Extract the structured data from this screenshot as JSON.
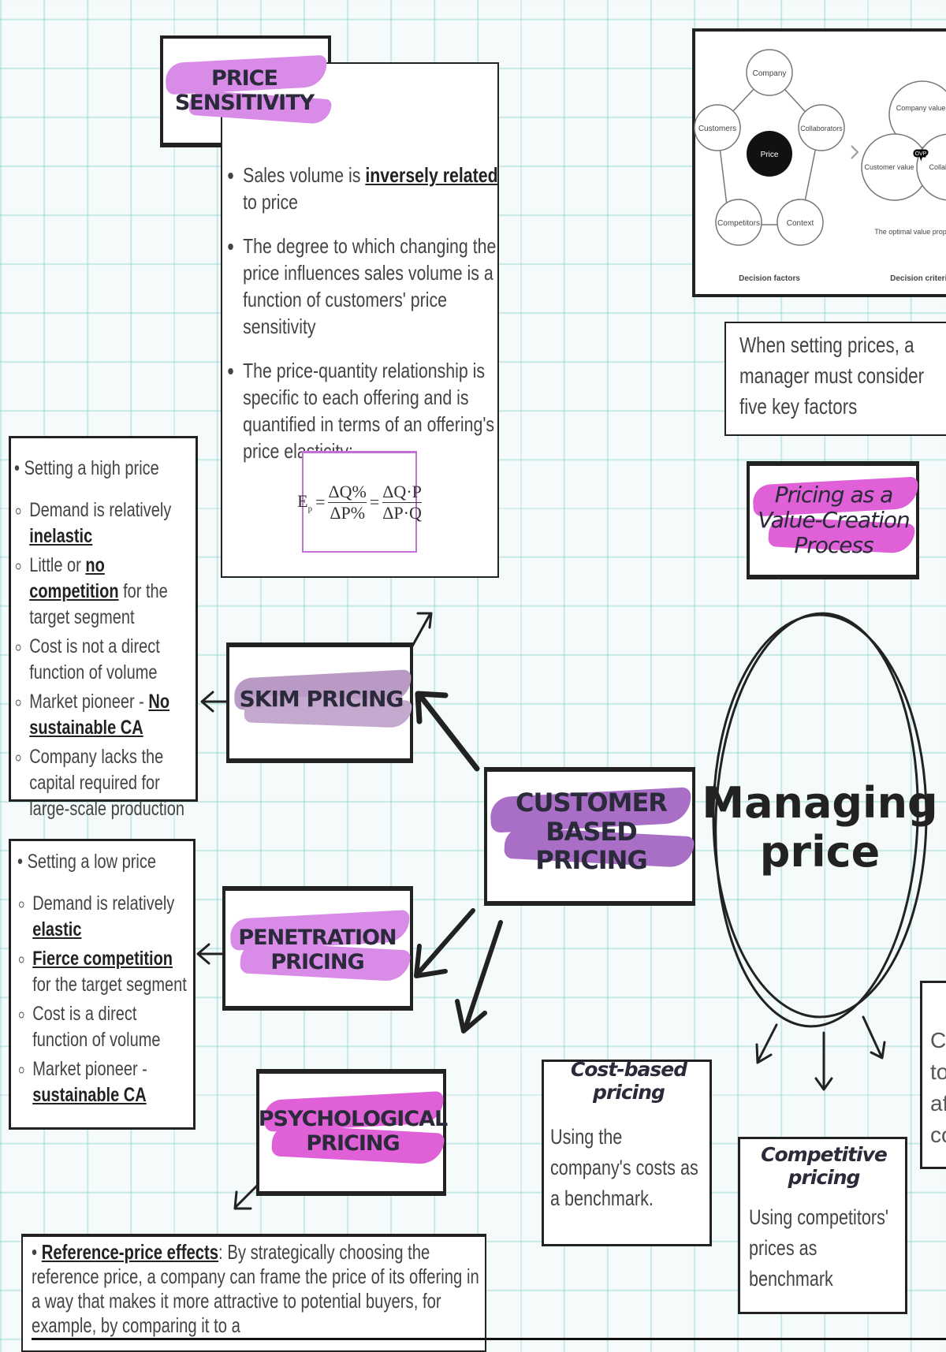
{
  "price_sensitivity": {
    "title": "PRICE SENSITIVITY",
    "bullets": [
      {
        "pre": "Sales volume is ",
        "bold": "inversely related",
        "post": " to price"
      },
      {
        "pre": "The degree to which changing the price influences sales volume is a function of customers' price sensitivity",
        "bold": "",
        "post": ""
      },
      {
        "pre": "The price-quantity relationship is specific to each offering and is quantified in terms of an offering's price elasticity:",
        "bold": "",
        "post": ""
      }
    ],
    "formula": {
      "lhs": "E",
      "sub": "p",
      "eq": "=",
      "n1": "ΔQ%",
      "d1": "ΔP%",
      "n2": "ΔQ·P",
      "d2": "ΔP·Q"
    }
  },
  "decision_diagram": {
    "factors": [
      "Company",
      "Customers",
      "Collaborators",
      "Competitors",
      "Context"
    ],
    "center": "Price",
    "factors_label": "Decision factors",
    "criteria": [
      "Company value",
      "Customer value",
      "Collaborator value"
    ],
    "ovp": "OVP",
    "optimal": "The optimal value proposition",
    "criteria_label": "Decision criteria"
  },
  "five_factors_note": "When setting prices, a manager must consider five key factors",
  "value_creation_title": "Pricing as a Value-Creation Process",
  "center_title": "Managing price",
  "high_price": {
    "heading": "Setting a high price",
    "items": [
      {
        "pre": "Demand is relatively ",
        "bold": "inelastic",
        "post": ""
      },
      {
        "pre": "Little or ",
        "bold": "no competition",
        "post": " for the target segment"
      },
      {
        "pre": "Cost is not a direct function of volume",
        "bold": "",
        "post": ""
      },
      {
        "pre": "Market pioneer - ",
        "bold": "No sustainable CA",
        "post": ""
      },
      {
        "pre": "Company lacks the capital required for large-scale production",
        "bold": "",
        "post": ""
      }
    ]
  },
  "low_price": {
    "heading": "Setting a low price",
    "items": [
      {
        "pre": "Demand is relatively ",
        "bold": "elastic",
        "post": ""
      },
      {
        "pre": "",
        "bold": "Fierce competition",
        "post": " for the target segment"
      },
      {
        "pre": "Cost is  a direct function of volume",
        "bold": "",
        "post": ""
      },
      {
        "pre": "Market pioneer - ",
        "bold": "sustainable CA",
        "post": ""
      }
    ]
  },
  "skim_title": "SKIM PRICING",
  "penetration_title": "PENETRATION PRICING",
  "psychological_title": "PSYCHOLOGICAL PRICING",
  "customer_based_title": "CUSTOMER BASED PRICING",
  "cost_based": {
    "title": "Cost-based pricing",
    "text": "Using the company's costs as a benchmark."
  },
  "competitive": {
    "title": "Competitive pricing",
    "text": "Using competitors' prices as benchmark"
  },
  "cut_box": {
    "lines": [
      "Cu",
      "to",
      "aff",
      "co"
    ]
  },
  "reference_price": {
    "bold": "Reference-price effects",
    "text": ": By strategically choosing the reference price, a company can frame the price of its offering in a way that makes it more attractive to potential buyers, for example, by comparing it to a"
  },
  "colors": {
    "pink": "#d98be8",
    "magenta": "#e060d8",
    "mauve": "#b89ac4",
    "purple": "#a96fc6"
  }
}
